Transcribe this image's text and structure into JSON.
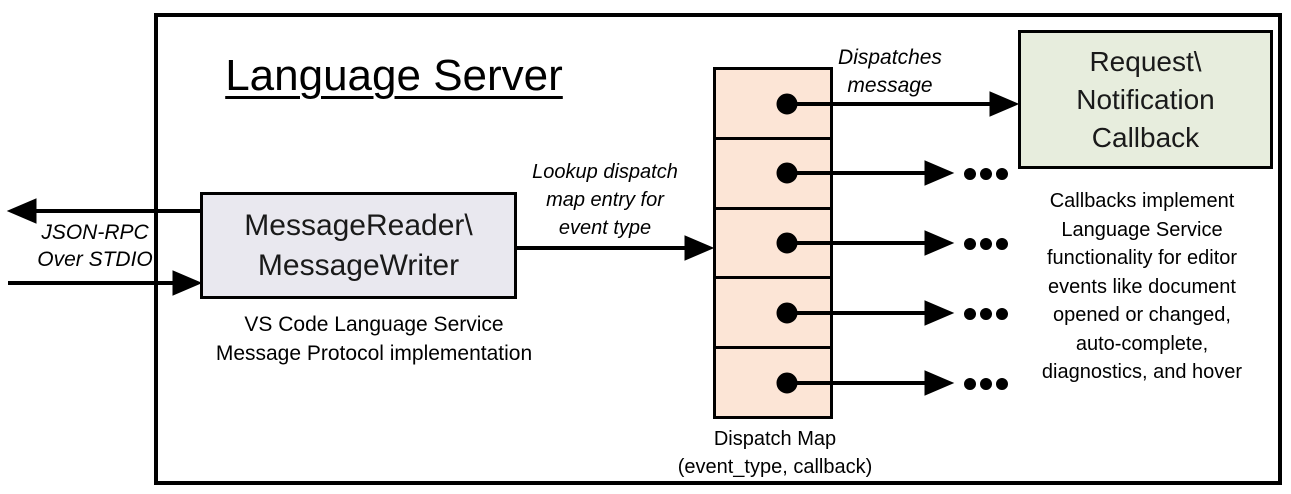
{
  "diagram": {
    "title": "Language Server",
    "io_label": {
      "line1": "JSON-RPC",
      "line2": "Over STDIO"
    },
    "message_box": {
      "line1": "MessageReader\\",
      "line2": "MessageWriter"
    },
    "message_box_caption": {
      "line1": "VS Code Language Service",
      "line2": "Message Protocol implementation"
    },
    "lookup_label": {
      "line1": "Lookup dispatch",
      "line2": "map entry for",
      "line3": "event type"
    },
    "dispatches_label": {
      "line1": "Dispatches",
      "line2": "message"
    },
    "callback_box": {
      "line1": "Request\\",
      "line2": "Notification",
      "line3": "Callback"
    },
    "callbacks_note": {
      "line1": "Callbacks implement",
      "line2": "Language Service",
      "line3": "functionality for editor",
      "line4": "events like document",
      "line5": "opened or changed,",
      "line6": "auto-complete,",
      "line7": "diagnostics, and hover"
    },
    "dispatch_map": {
      "cell_count": 5
    },
    "dispatch_map_caption": {
      "line1": "Dispatch Map",
      "line2": "(event_type, callback)"
    },
    "icons": {
      "ellipsis": "...",
      "pointer_dot": "●",
      "arrowhead": "▶"
    },
    "colors": {
      "message_box_fill": "#e9e8ef",
      "dispatch_map_fill": "#fce5d6",
      "callback_box_fill": "#e7eddd",
      "line_color": "#000000",
      "background": "#ffffff"
    }
  }
}
